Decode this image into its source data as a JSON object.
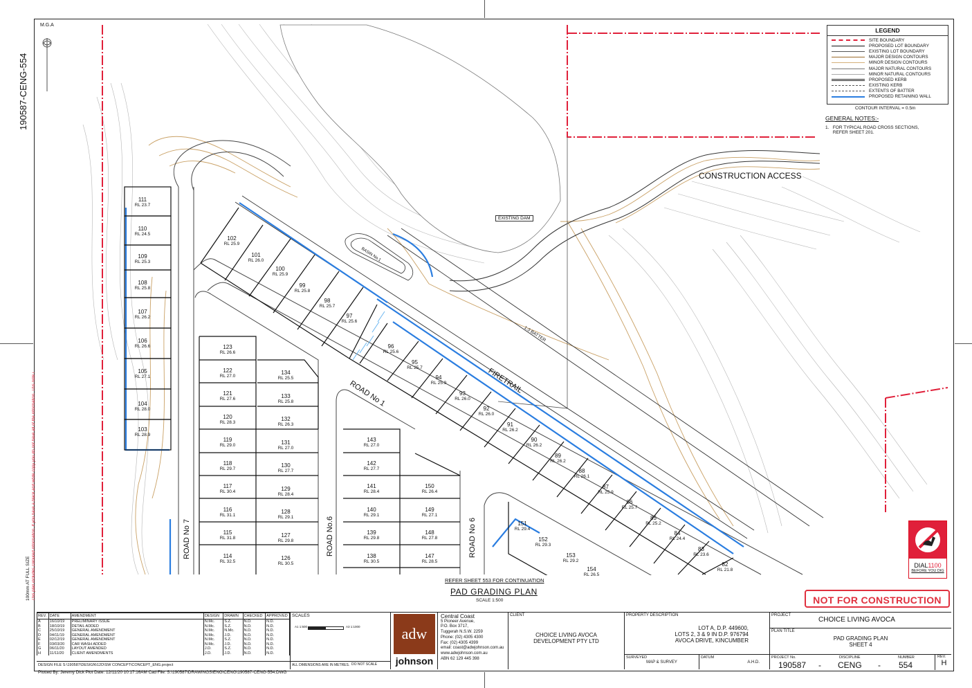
{
  "sheet_code": "190587-CENG-554",
  "north_label": "M.G.A",
  "side_note": "100mm AT FULL SIZE",
  "side_note_red": "This plan includes coloured information. If you have a black and white copy you do not have all of the information. This note is coloured RED.",
  "legend": {
    "title": "LEGEND",
    "items": [
      {
        "label": "SITE BOUNDARY",
        "color": "#e0203a",
        "style": "dashdot",
        "weight": 2
      },
      {
        "label": "PROPOSED LOT BOUNDARY",
        "color": "#111111",
        "style": "solid",
        "weight": 1.2
      },
      {
        "label": "EXISTING LOT BOUNDARY",
        "color": "#555555",
        "style": "solid",
        "weight": 0.8
      },
      {
        "label": "MAJOR DESIGN CONTOURS",
        "color": "#9a6a2a",
        "style": "solid",
        "weight": 1
      },
      {
        "label": "MINOR DESIGN CONTOURS",
        "color": "#d4b07a",
        "style": "solid",
        "weight": 0.8
      },
      {
        "label": "MAJOR NATURAL CONTOURS",
        "color": "#777777",
        "style": "solid",
        "weight": 0.9
      },
      {
        "label": "MINOR NATURAL CONTOURS",
        "color": "#aaaaaa",
        "style": "solid",
        "weight": 0.6
      },
      {
        "label": "PROPOSED KERB",
        "color": "#222222",
        "style": "double",
        "weight": 1
      },
      {
        "label": "EXISTING KERB",
        "color": "#555555",
        "style": "dashed",
        "weight": 1
      },
      {
        "label": "EXTENTS OF BATTER",
        "color": "#555555",
        "style": "longdash",
        "weight": 1
      },
      {
        "label": "PROPOSED RETAINING WALL",
        "color": "#2a7de0",
        "style": "solid",
        "weight": 2.2
      }
    ],
    "contour_interval": "CONTOUR INTERVAL = 0.5m"
  },
  "general_notes": {
    "title": "GENERAL NOTES:-",
    "items": [
      "1.   FOR TYPICAL ROAD CROSS SECTIONS,\n      REFER SHEET 201."
    ]
  },
  "labels": {
    "construction_access": "CONSTRUCTION ACCESS",
    "existing_dam": "EXISTING DAM",
    "basin": "BASIN No.1",
    "firetrail": "FIRETRAIL",
    "batter": "1:3 BATTER",
    "road1": "ROAD No 1",
    "road7": "ROAD No 7",
    "road6a": "ROAD No.6",
    "road6b": "ROAD No 6",
    "continuation": "REFER SHEET 553 FOR CONTINUATION",
    "plan_title": "PAD GRADING PLAN",
    "scale": "SCALE 1:500",
    "not_for_construction": "NOT FOR CONSTRUCTION",
    "dial_a": "DIAL",
    "dial_b": "1100",
    "dial_c": "BEFORE YOU DIG"
  },
  "lots_left_column": [
    {
      "lot": "111",
      "rl": "RL 23.7"
    },
    {
      "lot": "110",
      "rl": "RL 24.5"
    },
    {
      "lot": "109",
      "rl": "RL 25.3"
    },
    {
      "lot": "108",
      "rl": "RL 25.8"
    },
    {
      "lot": "107",
      "rl": "RL 26.2"
    },
    {
      "lot": "106",
      "rl": "RL 26.6"
    },
    {
      "lot": "105",
      "rl": "RL 27.1"
    },
    {
      "lot": "104",
      "rl": "RL 28.0"
    },
    {
      "lot": "103",
      "rl": "RL 28.9"
    }
  ],
  "lots_col2": [
    {
      "lot": "123",
      "rl": "RL 26.6"
    },
    {
      "lot": "122",
      "rl": "RL 27.0"
    },
    {
      "lot": "121",
      "rl": "RL 27.6"
    },
    {
      "lot": "120",
      "rl": "RL 28.3"
    },
    {
      "lot": "119",
      "rl": "RL 29.0"
    },
    {
      "lot": "118",
      "rl": "RL 29.7"
    },
    {
      "lot": "117",
      "rl": "RL 30.4"
    },
    {
      "lot": "116",
      "rl": "RL 31.1"
    },
    {
      "lot": "115",
      "rl": "RL 31.8"
    },
    {
      "lot": "114",
      "rl": "RL 32.5"
    }
  ],
  "lots_col3": [
    {
      "lot": "134",
      "rl": "RL 25.5"
    },
    {
      "lot": "133",
      "rl": "RL 25.8"
    },
    {
      "lot": "132",
      "rl": "RL 26.3"
    },
    {
      "lot": "131",
      "rl": "RL 27.0"
    },
    {
      "lot": "130",
      "rl": "RL 27.7"
    },
    {
      "lot": "129",
      "rl": "RL 28.4"
    },
    {
      "lot": "128",
      "rl": "RL 29.1"
    },
    {
      "lot": "127",
      "rl": "RL 29.8"
    },
    {
      "lot": "126",
      "rl": "RL 30.5"
    }
  ],
  "lots_col4": [
    {
      "lot": "143",
      "rl": "RL 27.0"
    },
    {
      "lot": "142",
      "rl": "RL 27.7"
    },
    {
      "lot": "141",
      "rl": "RL 28.4"
    },
    {
      "lot": "140",
      "rl": "RL 29.1"
    },
    {
      "lot": "139",
      "rl": "RL 29.8"
    },
    {
      "lot": "138",
      "rl": "RL 30.5"
    }
  ],
  "lots_col5": [
    {
      "lot": "150",
      "rl": "RL 26.4"
    },
    {
      "lot": "149",
      "rl": "RL 27.1"
    },
    {
      "lot": "148",
      "rl": "RL 27.8"
    },
    {
      "lot": "147",
      "rl": "RL 28.5"
    }
  ],
  "lots_upper_diag": [
    {
      "lot": "102",
      "rl": "RL 25.9"
    },
    {
      "lot": "101",
      "rl": "RL 26.0"
    },
    {
      "lot": "100",
      "rl": "RL 25.9"
    },
    {
      "lot": "99",
      "rl": "RL 25.8"
    },
    {
      "lot": "98",
      "rl": "RL 25.7"
    },
    {
      "lot": "97",
      "rl": "RL 25.6"
    }
  ],
  "lots_lower_diag": [
    {
      "lot": "96",
      "rl": "RL 25.6"
    },
    {
      "lot": "95",
      "rl": "RL 25.7"
    },
    {
      "lot": "94",
      "rl": "RL 25.9"
    },
    {
      "lot": "93",
      "rl": "RL 26.0"
    },
    {
      "lot": "92",
      "rl": "RL 26.0"
    },
    {
      "lot": "91",
      "rl": "RL 26.2"
    },
    {
      "lot": "90",
      "rl": "RL 26.2"
    },
    {
      "lot": "89",
      "rl": "RL 26.2"
    },
    {
      "lot": "88",
      "rl": "RL 26.1"
    },
    {
      "lot": "87",
      "rl": "RL 25.9"
    },
    {
      "lot": "86",
      "rl": "RL 25.7"
    },
    {
      "lot": "85",
      "rl": "RL 25.2"
    },
    {
      "lot": "84",
      "rl": "RL 24.4"
    },
    {
      "lot": "83",
      "rl": "RL 23.6"
    },
    {
      "lot": "82",
      "rl": "RL 21.8"
    }
  ],
  "lots_bottom_right": [
    {
      "lot": "151",
      "rl": "RL 29.4"
    },
    {
      "lot": "152",
      "rl": "RL 29.3"
    },
    {
      "lot": "153",
      "rl": "RL 29.2"
    },
    {
      "lot": "154",
      "rl": "RL 26.5"
    }
  ],
  "title_block": {
    "rev_header": [
      "REV.",
      "DATE",
      "AMENDMENT",
      "DESIGN",
      "DRAWN",
      "CHECKED",
      "APPROVED"
    ],
    "revisions": [
      [
        "A",
        "16/10/19",
        "PRELIMINARY ISSUE",
        "N.Mc.",
        "S.Z.",
        "N.D.",
        "N.D."
      ],
      [
        "B",
        "18/10/19",
        "DETAIL ADDED",
        "N.Mc.",
        "S.Z.",
        "N.D.",
        "N.D."
      ],
      [
        "C",
        "25/10/19",
        "GENERAL AMENDMENT",
        "N.Mc.",
        "N.Mc.",
        "N.D.",
        "N.D."
      ],
      [
        "D",
        "04/11/19",
        "GENERAL AMENDMENT",
        "N.Mc.",
        "J.D.",
        "N.D.",
        "N.D."
      ],
      [
        "E",
        "02/12/19",
        "GENERAL AMENDMENT",
        "N.Mc.",
        "S.Z.",
        "N.D.",
        "N.D."
      ],
      [
        "F",
        "03/03/20",
        "CAR WASH ADDED",
        "N.Mc.",
        "J.D.",
        "N.D.",
        "N.D."
      ],
      [
        "G",
        "06/11/20",
        "LAYOUT AMENDED",
        "J.D.",
        "S.Z.",
        "N.D.",
        "N.D."
      ],
      [
        "H",
        "11/11/20",
        "CLIENT AMENDMENTS",
        "J.D.",
        "J.D.",
        "N.D.",
        "N.D."
      ]
    ],
    "scales_label": "SCALES",
    "scale_a1": "A1  1:500",
    "scale_a3": "A3  1:1000",
    "design_file": "DESIGN FILE  S:\\190587\\DESIGN\\12D\\SW CONCEPT\\CONCEPT_ENG.project",
    "dims_note": "ALL DIMENSIONS ARE IN METRES.",
    "do_not_scale": "DO NOT SCALE",
    "plotted": "Plotted By:  Jeremy Dick   Plot Date: 12/11/20 10:17:16AM   Cad File:  S:\\190587\\DRAWINGS\\ENG\\CENG\\190587-CENG-554.DWG",
    "company_logo": "adw",
    "company_name": "johnson",
    "office": "Central Coast",
    "address": [
      "5 Pioneer Avenue,",
      "P.O. Box 3717,",
      "Tuggerah N.S.W. 2259",
      "Phone:  (02) 4305 4300",
      "Fax:    (02) 4305 4399",
      "email: coast@adwjohnson.com.au",
      "www.adwjohnson.com.au",
      "ABN   62 129 445 398"
    ],
    "client_label": "CLIENT",
    "client": "CHOICE LIVING AVOCA\nDEVELOPMENT PTY LTD",
    "property_label": "PROPERTY DESCRIPTION",
    "property": "LOT A, D.P. 449600,\nLOTS 2, 3 & 9 IN D.P. 976794\nAVOCA DRIVE, KINCUMBER",
    "surveyed_label": "SURVEYED",
    "surveyed": "MAP & SURVEY",
    "datum_label": "DATUM",
    "datum": "A.H.D.",
    "project_label": "PROJECT",
    "project": "CHOICE LIVING AVOCA",
    "plan_title_label": "PLAN TITLE",
    "plan_title": "PAD GRADING PLAN\nSHEET 4",
    "project_no_label": "PROJECT No.",
    "project_no": "190587",
    "discipline_label": "DISCIPLINE",
    "discipline": "CENG",
    "number_label": "NUMBER",
    "number": "554",
    "rev_label": "REV.",
    "rev": "H",
    "dash": "-"
  }
}
